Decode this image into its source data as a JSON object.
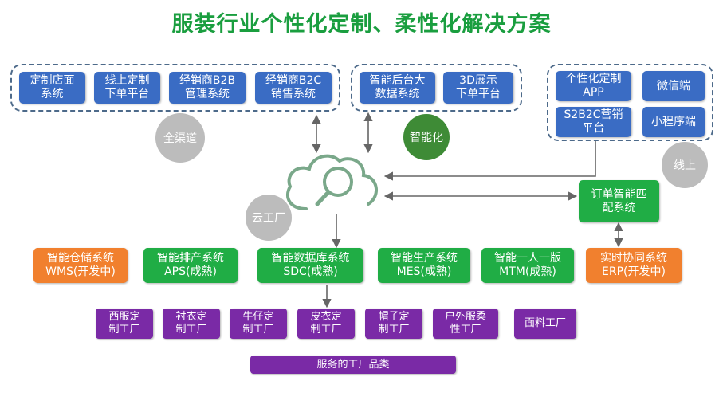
{
  "title": "服装行业个性化定制、柔性化解决方案",
  "channel_group": {
    "boxes": [
      "定制店面\n系统",
      "线上定制\n下单平台",
      "经销商B2B\n管理系统",
      "经销商B2C\n销售系统"
    ],
    "circle": "全渠道"
  },
  "smart_group": {
    "boxes": [
      "智能后台大\n数据系统",
      "3D展示\n下单平台"
    ],
    "circle": "智能化"
  },
  "online_group": {
    "boxes": [
      "个性化定制\nAPP",
      "微信端",
      "S2B2C营销\n平台",
      "小程序端"
    ],
    "circle": "线上"
  },
  "cloud": {
    "label": "云工厂",
    "icon": "cloud-search-icon"
  },
  "order_match": "订单智能匹\n配系统",
  "systems": [
    {
      "label": "智能仓储系统\nWMS(开发中)",
      "color": "orange"
    },
    {
      "label": "智能排产系统\nAPS(成熟)",
      "color": "green"
    },
    {
      "label": "智能数据库系统\nSDC(成熟)",
      "color": "green"
    },
    {
      "label": "智能生产系统\nMES(成熟)",
      "color": "green"
    },
    {
      "label": "智能一人一版\nMTM(成熟)",
      "color": "green"
    },
    {
      "label": "实时协同系统\nERP(开发中)",
      "color": "orange"
    }
  ],
  "factories": [
    "西服定\n制工厂",
    "衬衣定\n制工厂",
    "牛仔定\n制工厂",
    "皮衣定\n制工厂",
    "帽子定\n制工厂",
    "户外服柔\n性工厂",
    "面料工厂"
  ],
  "factory_caption": "服务的工厂品类",
  "colors": {
    "title": "#1a9e3f",
    "blue": "#3a6cc4",
    "green": "#20ad45",
    "orange": "#f1802e",
    "purple": "#7a2aa6",
    "circle_gray": "#bcbcbc",
    "circle_green": "#3e8b36",
    "dash": "#4d6a8a"
  }
}
